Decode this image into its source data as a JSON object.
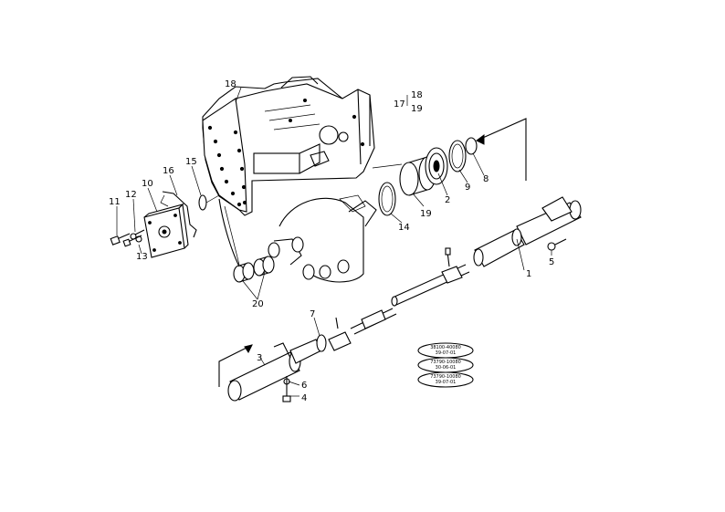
{
  "callouts": {
    "p1": "1",
    "p2": "2",
    "p3": "3",
    "p4": "4",
    "p5": "5",
    "p6": "6",
    "p7": "7",
    "p8": "8",
    "p9": "9",
    "p10": "10",
    "p11": "11",
    "p12": "12",
    "p13": "13",
    "p14": "14",
    "p15": "15",
    "p16": "16",
    "p17": "17",
    "p18": "18",
    "p18b": "18",
    "p19": "19",
    "p19b": "19",
    "p20": "20"
  },
  "codes": [
    {
      "line1": "38100-40080",
      "line2": "39-07-01"
    },
    {
      "line1": "73790-10080",
      "line2": "30-06-01"
    },
    {
      "line1": "73790-10080",
      "line2": "39-07-01"
    }
  ]
}
